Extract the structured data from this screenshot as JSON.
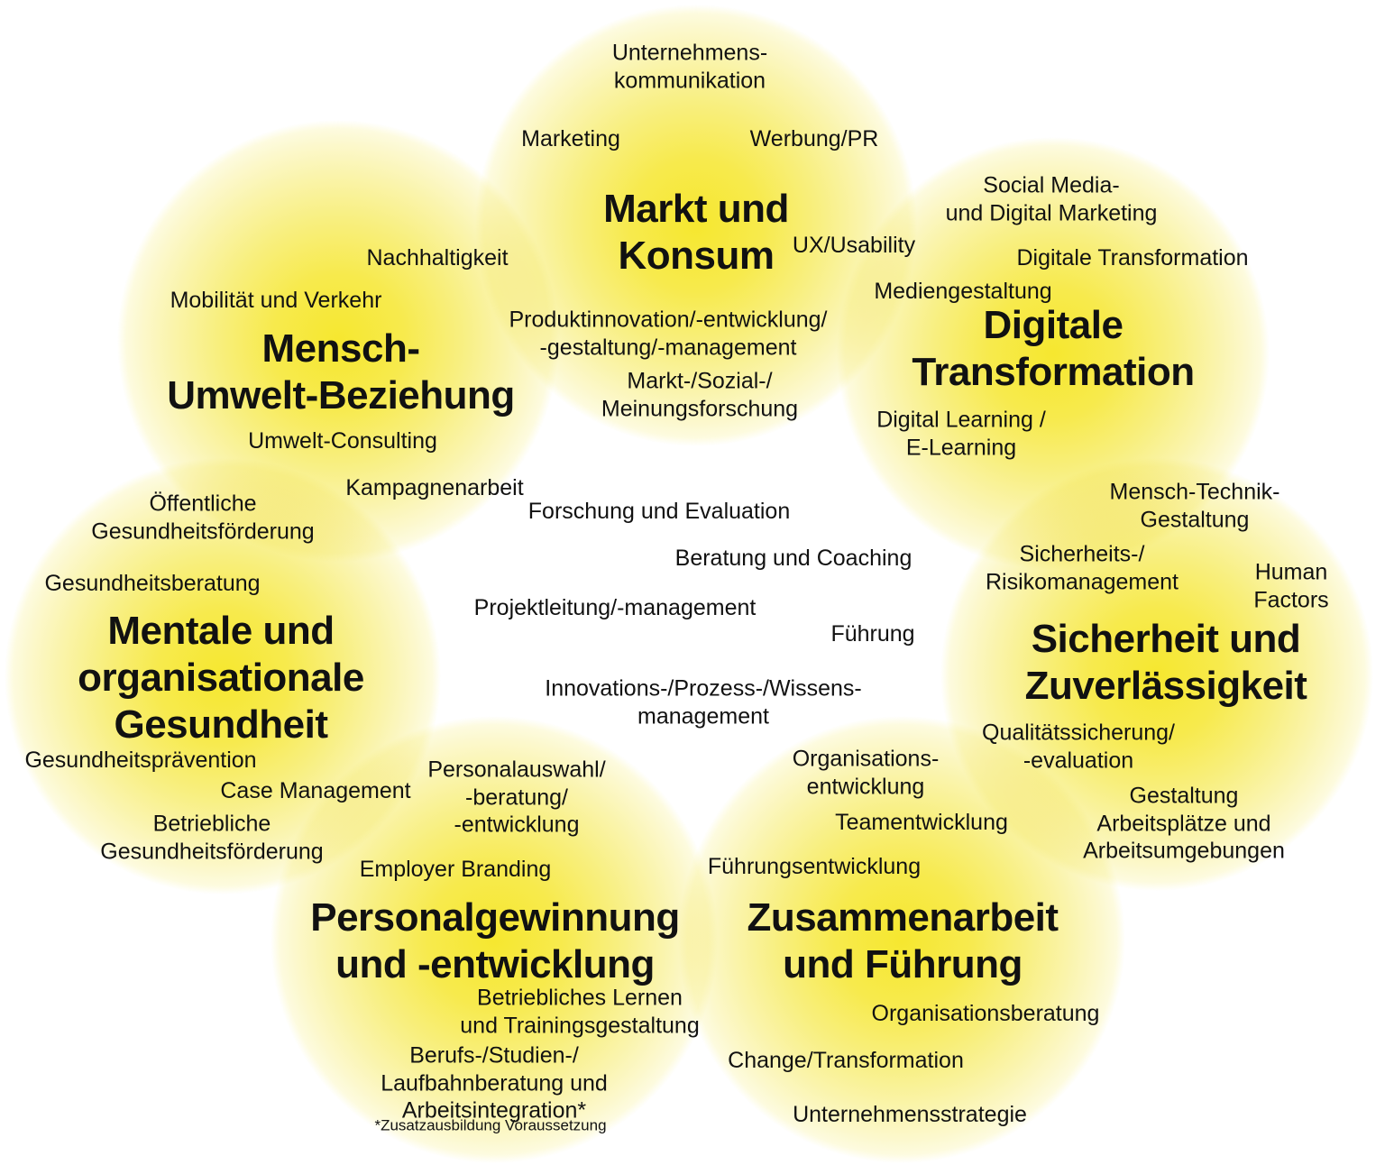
{
  "diagram": {
    "colors": {
      "circle_core": "#f6e72f",
      "circle_edge": "#fdfbdf",
      "text": "#111111",
      "background": "#ffffff"
    },
    "clusters": {
      "markt": {
        "title": "Markt und\nKonsum",
        "items": {
          "unternehmenskommunikation": "Unternehmens-\nkommunikation",
          "marketing": "Marketing",
          "werbung": "Werbung/PR",
          "ux": "UX/Usability",
          "produktinnovation": "Produktinnovation/-entwicklung/\n-gestaltung/-management",
          "marktforschung": "Markt-/Sozial-/\nMeinungsforschung"
        }
      },
      "digitale": {
        "title": "Digitale\nTransformation",
        "items": {
          "socialmedia": "Social Media-\nund Digital Marketing",
          "digitaletransformation": "Digitale Transformation",
          "mediengestaltung": "Mediengestaltung",
          "digitallearning": "Digital Learning /\nE-Learning"
        }
      },
      "sicherheit": {
        "title": "Sicherheit und\nZuverlässigkeit",
        "items": {
          "menschtechnik": "Mensch-Technik-\nGestaltung",
          "risikomanagement": "Sicherheits-/\nRisikomanagement",
          "humanfactors": "Human Factors",
          "qualitaet": "Qualitätssicherung/\n-evaluation",
          "arbeitsplaetze": "Gestaltung Arbeitsplätze und\nArbeitsumgebungen"
        }
      },
      "umwelt": {
        "title": "Mensch-\nUmwelt-Beziehung",
        "items": {
          "nachhaltigkeit": "Nachhaltigkeit",
          "mobilitaet": "Mobilität und Verkehr",
          "umweltconsulting": "Umwelt-Consulting",
          "kampagnenarbeit": "Kampagnenarbeit"
        }
      },
      "gesundheit": {
        "title": "Mentale und\norganisationale\nGesundheit",
        "items": {
          "oeffentliche": "Öffentliche\nGesundheitsförderung",
          "gesundheitsberatung": "Gesundheitsberatung",
          "gesundheitspraevention": "Gesundheitsprävention",
          "casemanagement": "Case Management",
          "betriebliche": "Betriebliche\nGesundheitsförderung"
        }
      },
      "personal": {
        "title": "Personalgewinnung\nund -entwicklung",
        "items": {
          "personalauswahl": "Personalauswahl/\n-beratung/\n-entwicklung",
          "employerbranding": "Employer Branding",
          "betriebslernen": "Betriebliches Lernen\nund Trainingsgestaltung",
          "berufsberatung": "Berufs-/Studien-/\nLaufbahnberatung und\nArbeitsintegration*"
        },
        "footnote": "*Zusatzausbildung Voraussetzung"
      },
      "zusammen": {
        "title": "Zusammenarbeit\nund Führung",
        "items": {
          "orgentwicklung": "Organisations-\nentwicklung",
          "teamentwicklung": "Teamentwicklung",
          "fuehrungsentwicklung": "Führungsentwicklung",
          "orgberatung": "Organisationsberatung",
          "change": "Change/Transformation",
          "strategie": "Unternehmensstrategie"
        }
      }
    },
    "center": {
      "items": {
        "forschung": "Forschung und Evaluation",
        "beratung": "Beratung und Coaching",
        "projektleitung": "Projektleitung/-management",
        "fuehrung": "Führung",
        "innovations": "Innovations-/Prozess-/Wissens-\nmanagement"
      }
    }
  }
}
